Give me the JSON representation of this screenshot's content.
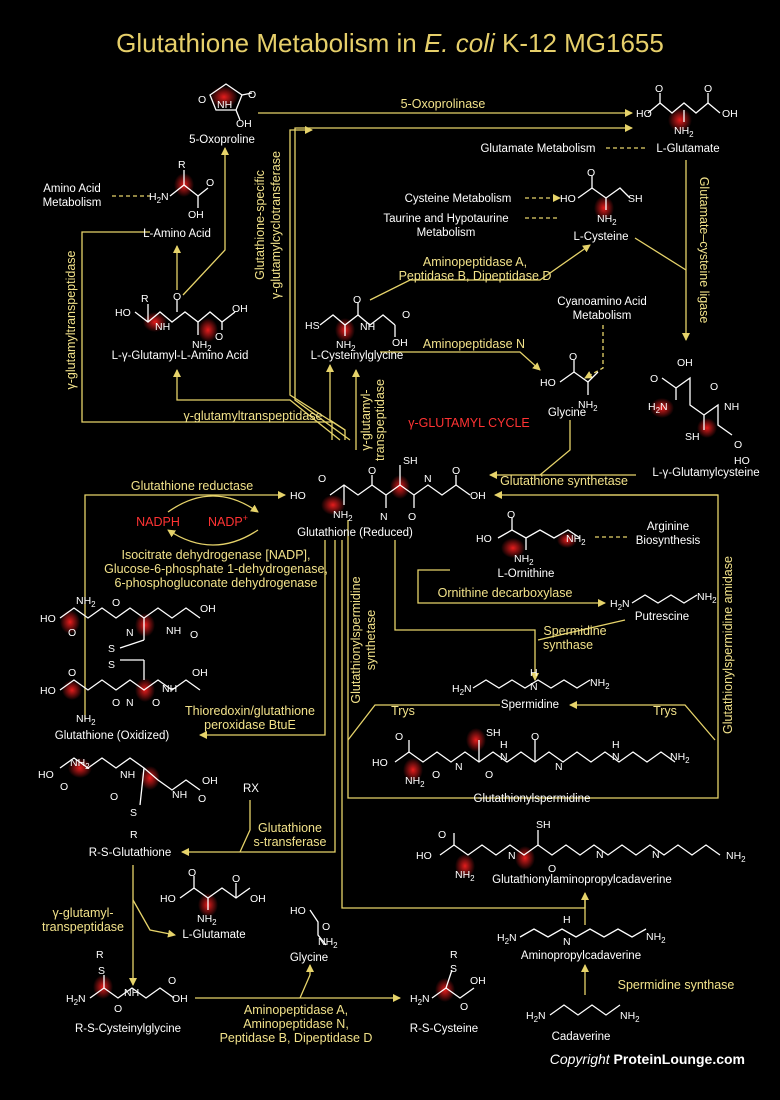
{
  "title": {
    "prefix": "Glutathione Metabolism in ",
    "organism": "E. coli",
    "suffix": " K-12 MG1655"
  },
  "enzymes": {
    "oxoprolinase": "5-Oxoprolinase",
    "gs_cyclotransferase_1": "Glutathione-specific",
    "gs_cyclotransferase_2": "γ-glutamylcyclotransferase",
    "gamma_gt_left": "γ-glutamyltranspeptidase",
    "gamma_gt_mid": "γ-glutamyltranspeptidase",
    "gamma_gt_vert_1": "γ-glutamyl-",
    "gamma_gt_vert_2": "transpeptidase",
    "gamma_gt_bottom_1": "γ-glutamyl-",
    "gamma_gt_bottom_2": "transpeptidase",
    "aminopeptidase_abd_1": "Aminopeptidase A,",
    "aminopeptidase_abd_2": "Peptidase B, Dipeptidase D",
    "aminopeptidase_n": "Aminopeptidase N",
    "glu_cys_ligase": "Glutamate–cysteine ligase",
    "gsh_synthetase": "Glutathione synthetase",
    "gsh_reductase": "Glutathione reductase",
    "nadp_enzymes_1": "Isocitrate dehydrogenase [NADP],",
    "nadp_enzymes_2": "Glucose-6-phosphate 1-dehydrogenase,",
    "nadp_enzymes_3": "6-phosphogluconate dehydrogenase",
    "peroxidase_1": "Thioredoxin/glutathione",
    "peroxidase_2": "peroxidase BtuE",
    "gsp_synthetase_1": "Glutathionylspermidine",
    "gsp_synthetase_2": "synthetase",
    "gsp_amidase": "Glutathionylspermidine amidase",
    "ornithine_decarboxylase": "Ornithine decarboxylase",
    "spermidine_synthase_1": "Spermidine",
    "spermidine_synthase_2": "synthase",
    "trys_left": "Trys",
    "trys_right": "Trys",
    "gst_1": "Glutathione",
    "gst_2": "s-transferase",
    "aminopeptidase_bottom_1": "Aminopeptidase A,",
    "aminopeptidase_bottom_2": "Aminopeptidase N,",
    "aminopeptidase_bottom_3": "Peptidase B, Dipeptidase D",
    "spermidine_synthase_bottom": "Spermidine synthase"
  },
  "metabolites": {
    "oxoproline": "5-Oxoproline",
    "glutamate_top": "L-Glutamate",
    "glutamate_metabolism": "Glutamate Metabolism",
    "amino_acid_metabolism_1": "Amino Acid",
    "amino_acid_metabolism_2": "Metabolism",
    "l_amino_acid": "L-Amino Acid",
    "cysteine_metabolism": "Cysteine Metabolism",
    "taurine_1": "Taurine and Hypotaurine",
    "taurine_2": "Metabolism",
    "l_cysteine": "L-Cysteine",
    "cyanoamino_1": "Cyanoamino Acid",
    "cyanoamino_2": "Metabolism",
    "gamma_glutamyl_amino_acid": "L-γ-Glutamyl-L-Amino Acid",
    "cysteinylglycine": "L-Cysteinylglycine",
    "glycine_mid": "Glycine",
    "gamma_glutamylcysteine": "L-γ-Glutamylcysteine",
    "glutathione_reduced": "Glutathione (Reduced)",
    "nadph": "NADPH",
    "nadp": "NADP",
    "nadp_sup": "+",
    "arginine_1": "Arginine",
    "arginine_2": "Biosynthesis",
    "ornithine": "L-Ornithine",
    "putrescine": "Putrescine",
    "spermidine": "Spermidine",
    "glutathione_oxidized": "Glutathione (Oxidized)",
    "glutathionylspermidine": "Glutathionylspermidine",
    "rs_glutathione": "R-S-Glutathione",
    "rx": "RX",
    "glutathionylaminopropylcadaverine": "Glutathionylaminopropylcadaverine",
    "glutamate_bottom": "L-Glutamate",
    "glycine_bottom": "Glycine",
    "aminopropylcadaverine": "Aminopropylcadaverine",
    "rs_cysteinylglycine": "R-S-Cysteinylglycine",
    "rs_cysteine": "R-S-Cysteine",
    "cadaverine": "Cadaverine"
  },
  "cycle_label": "γ-GLUTAMYL CYCLE",
  "copyright": {
    "prefix": "Copyright ",
    "brand": "ProteinLounge.com"
  },
  "colors": {
    "background": "#000000",
    "title": "#e6cf6a",
    "enzyme_text": "#f2e28a",
    "arrow": "#e6d36a",
    "metabolite_text": "#ffffff",
    "highlight": "#ff3333"
  }
}
